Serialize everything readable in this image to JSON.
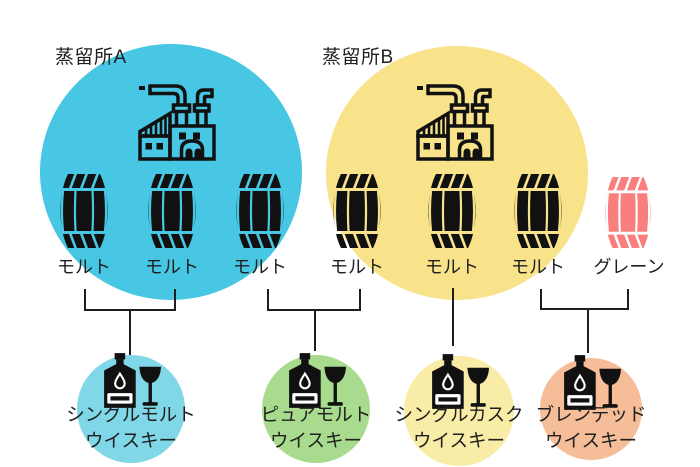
{
  "page": {
    "background": "#ffffff",
    "line_color": "#1f1f1f"
  },
  "distilleries": [
    {
      "label": "蒸留所A",
      "circle_color": "#47C7E3"
    },
    {
      "label": "蒸留所B",
      "circle_color": "#F9E38A"
    }
  ],
  "barrels": [
    {
      "label": "モルト",
      "color": "#111111",
      "distillery": "A"
    },
    {
      "label": "モルト",
      "color": "#111111",
      "distillery": "A"
    },
    {
      "label": "モルト",
      "color": "#111111",
      "distillery": "A"
    },
    {
      "label": "モルト",
      "color": "#111111",
      "distillery": "B"
    },
    {
      "label": "モルト",
      "color": "#111111",
      "distillery": "B"
    },
    {
      "label": "モルト",
      "color": "#111111",
      "distillery": "B"
    },
    {
      "label": "グレーン",
      "color": "#F97F7F",
      "distillery": ""
    }
  ],
  "whiskies": [
    {
      "line1": "シングルモルト",
      "line2": "ウイスキー",
      "circle_color": "#7FD7E8"
    },
    {
      "line1": "ピュアモルト",
      "line2": "ウイスキー",
      "circle_color": "#A8DB8E"
    },
    {
      "line1": "シングルカスク",
      "line2": "ウイスキー",
      "circle_color": "#F9ECA6"
    },
    {
      "line1": "ブレンデッド",
      "line2": "ウイスキー",
      "circle_color": "#F6BD99"
    }
  ],
  "icons": {
    "factory": "factory-icon",
    "barrel": "barrel-icon",
    "bottle_and_glass": "whisky-bottle-and-glass-icon"
  }
}
